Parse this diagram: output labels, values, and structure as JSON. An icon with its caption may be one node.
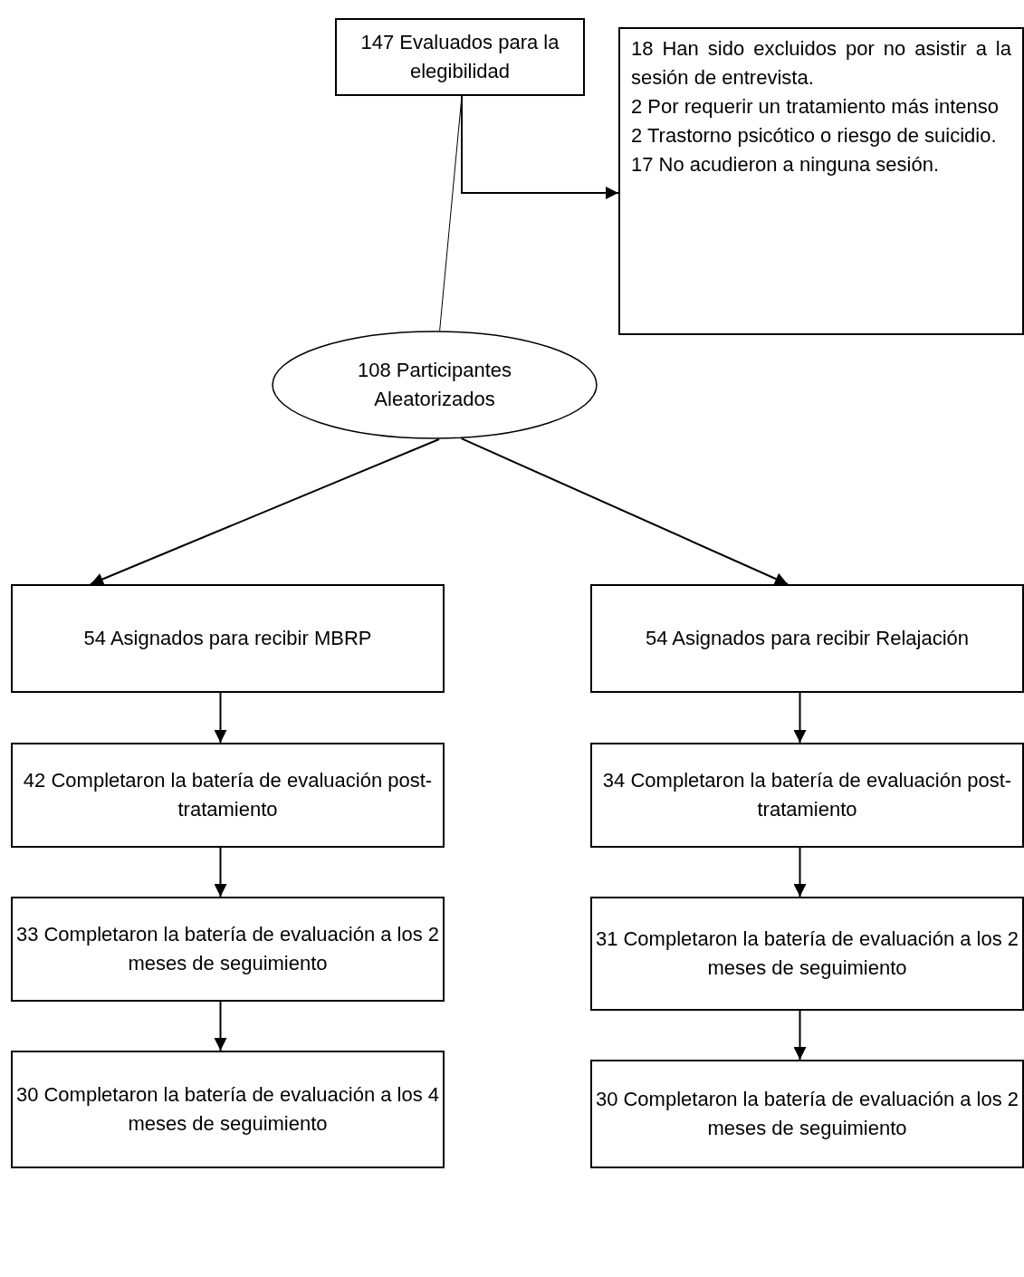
{
  "diagram": {
    "nodes": [
      {
        "text": [
          "147 Evaluados para la elegibilidad"
        ]
      },
      {
        "text": [
          "18 Han sido excluidos por no asistir a la sesión de entrevista.",
          "2 Por requerir un tratamiento más intenso",
          "2 Trastorno psicótico o riesgo de suicidio.",
          "17 No acudieron a ninguna sesión."
        ]
      },
      {
        "text": [
          "108 Participantes Aleatorizados"
        ]
      },
      {
        "text": [
          "54 Asignados para recibir MBRP"
        ]
      },
      {
        "text": [
          "54 Asignados para recibir Relajación"
        ]
      },
      {
        "text": [
          "42 Completaron la batería de evaluación post-tratamiento"
        ]
      },
      {
        "text": [
          "34 Completaron la batería de evaluación post-tratamiento"
        ]
      },
      {
        "text": [
          "33 Completaron la batería de evaluación a los 2 meses de seguimiento"
        ]
      },
      {
        "text": [
          "31 Completaron la batería de evaluación a los 2 meses de seguimiento"
        ]
      },
      {
        "text": [
          "30 Completaron la batería de evaluación a los 4 meses de seguimiento"
        ]
      },
      {
        "text": [
          "30 Completaron la batería de evaluación a los 2 meses de seguimiento"
        ]
      }
    ],
    "edges": [
      {
        "from": 0,
        "to": 2,
        "arrow": "none"
      },
      {
        "from": 0,
        "to": 1,
        "arrow": "to"
      },
      {
        "from": 2,
        "to": 3,
        "arrow": "to"
      },
      {
        "from": 2,
        "to": 4,
        "arrow": "to"
      },
      {
        "from": 3,
        "to": 5,
        "arrow": "to"
      },
      {
        "from": 4,
        "to": 6,
        "arrow": "to"
      },
      {
        "from": 5,
        "to": 7,
        "arrow": "to"
      },
      {
        "from": 6,
        "to": 8,
        "arrow": "to"
      },
      {
        "from": 7,
        "to": 9,
        "arrow": "to"
      },
      {
        "from": 8,
        "to": 10,
        "arrow": "to"
      }
    ]
  }
}
